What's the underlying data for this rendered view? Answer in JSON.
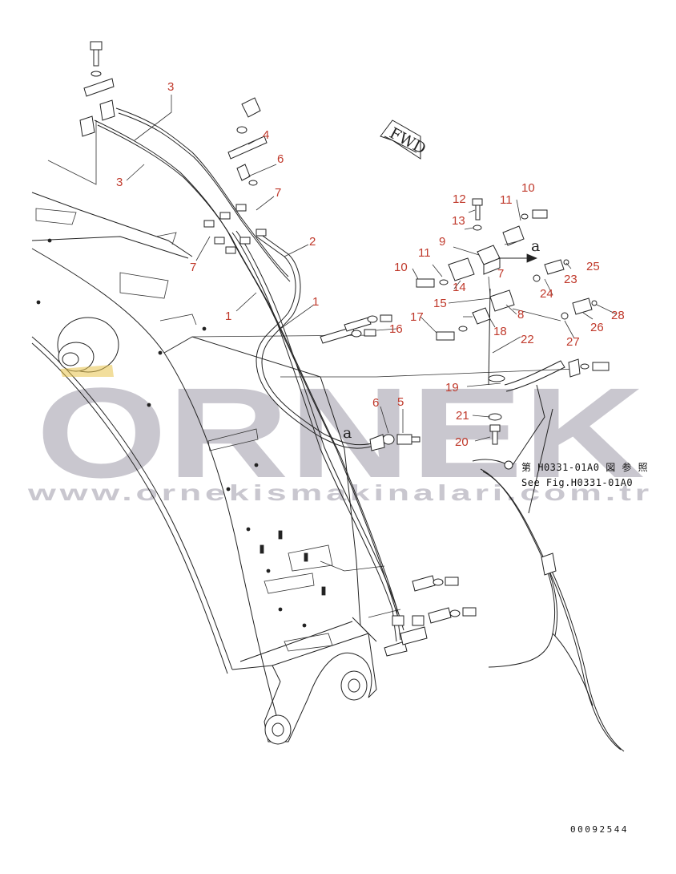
{
  "labels": {
    "l1a": "1",
    "l1b": "1",
    "l2": "2",
    "l3a": "3",
    "l3b": "3",
    "l4": "4",
    "l5": "5",
    "l6a": "6",
    "l6b": "6",
    "l7a": "7",
    "l7b": "7",
    "l7c": "7",
    "l8": "8",
    "l9": "9",
    "l10a": "10",
    "l10b": "10",
    "l11a": "11",
    "l11b": "11",
    "l12": "12",
    "l13": "13",
    "l14": "14",
    "l15": "15",
    "l16": "16",
    "l17": "17",
    "l18": "18",
    "l19": "19",
    "l20": "20",
    "l21": "21",
    "l22": "22",
    "l23": "23",
    "l24": "24",
    "l25": "25",
    "l26": "26",
    "l27": "27",
    "l28": "28"
  },
  "fwd_label": "FWD",
  "ref_letter_a1": "a",
  "ref_letter_a2": "a",
  "see_fig_jp": "第 H0331-01A0 図 参 照",
  "see_fig_en": "See Fig.H0331-01A0",
  "watermark": {
    "brand": "ORNEK",
    "url": "www.ornekismakinalari.com.tr"
  },
  "doc_number": "00092544",
  "colors": {
    "label": "#c0392b",
    "watermark": "#c9c7cf",
    "line": "#222222",
    "accent": "#e8c34a"
  }
}
